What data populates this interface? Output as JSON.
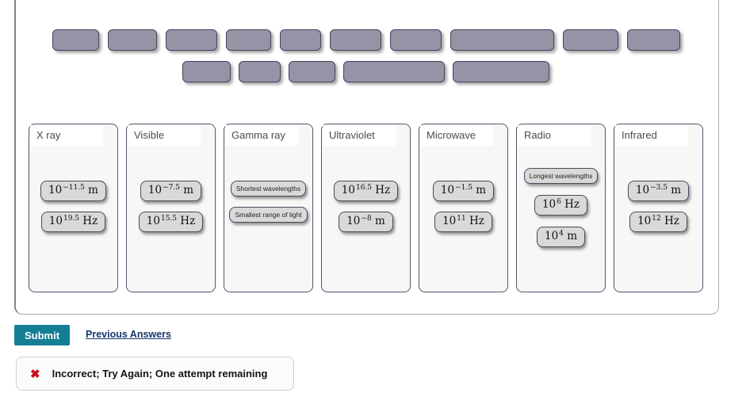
{
  "colors": {
    "tile_fill": "#9593a6",
    "tile_border": "#45435c",
    "chip_fill": "#d9d9d9",
    "chip_border": "#4c4a5e",
    "bin_bg": "#f7f7f7",
    "bin_border": "#56546c",
    "submit_bg": "#147e95",
    "link_color": "#17356e",
    "error_red": "#cf0a20"
  },
  "tray": {
    "rows": [
      {
        "tiles": [
          {
            "w": 59
          },
          {
            "w": 62
          },
          {
            "w": 65
          },
          {
            "w": 57
          },
          {
            "w": 52
          },
          {
            "w": 65
          },
          {
            "w": 65
          },
          {
            "w": 131
          },
          {
            "w": 70
          },
          {
            "w": 67
          }
        ]
      },
      {
        "tiles": [
          {
            "w": 61
          },
          {
            "w": 53
          },
          {
            "w": 59
          },
          {
            "w": 128
          },
          {
            "w": 122
          }
        ]
      }
    ]
  },
  "bins": [
    {
      "label": "X ray",
      "chips": [
        {
          "kind": "math",
          "base": "10",
          "exp": "−11.5",
          "unit": "m"
        },
        {
          "kind": "math",
          "base": "10",
          "exp": "19.5",
          "unit": "Hz"
        }
      ]
    },
    {
      "label": "Visible",
      "chips": [
        {
          "kind": "math",
          "base": "10",
          "exp": "−7.5",
          "unit": "m"
        },
        {
          "kind": "math",
          "base": "10",
          "exp": "15.5",
          "unit": "Hz"
        }
      ]
    },
    {
      "label": "Gamma ray",
      "chips": [
        {
          "kind": "text",
          "text": "Shortest wavelengths"
        },
        {
          "kind": "text",
          "text": "Smallest range of light"
        }
      ]
    },
    {
      "label": "Ultraviolet",
      "chips": [
        {
          "kind": "math",
          "base": "10",
          "exp": "16.5",
          "unit": "Hz"
        },
        {
          "kind": "math",
          "base": "10",
          "exp": "−8",
          "unit": "m"
        }
      ]
    },
    {
      "label": "Microwave",
      "chips": [
        {
          "kind": "math",
          "base": "10",
          "exp": "−1.5",
          "unit": "m"
        },
        {
          "kind": "math",
          "base": "10",
          "exp": "11",
          "unit": "Hz"
        }
      ]
    },
    {
      "label": "Radio",
      "chips": [
        {
          "kind": "text",
          "text": "Longest wavelengths"
        },
        {
          "kind": "math",
          "base": "10",
          "exp": "6",
          "unit": "Hz"
        },
        {
          "kind": "math",
          "base": "10",
          "exp": "4",
          "unit": "m"
        }
      ]
    },
    {
      "label": "Infrared",
      "chips": [
        {
          "kind": "math",
          "base": "10",
          "exp": "−3.5",
          "unit": "m"
        },
        {
          "kind": "math",
          "base": "10",
          "exp": "12",
          "unit": "Hz"
        }
      ]
    }
  ],
  "actions": {
    "submit_label": "Submit",
    "previous_answers_label": "Previous Answers"
  },
  "feedback": {
    "icon": "x-mark-icon",
    "message": "Incorrect; Try Again; One attempt remaining"
  }
}
